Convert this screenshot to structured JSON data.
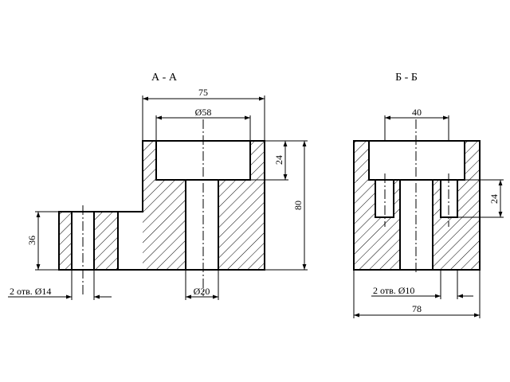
{
  "section_a": {
    "title": "А - А",
    "dim_width": "75",
    "dim_bore": "Ø58",
    "dim_recess_depth": "24",
    "dim_total_height": "80",
    "dim_lug_height": "36",
    "note_lug_holes": "2 отв. Ø14",
    "dim_center_hole": "Ø20"
  },
  "section_b": {
    "title": "Б - Б",
    "dim_bore": "40",
    "dim_hole_depth": "24",
    "note_holes": "2 отв. Ø10",
    "dim_width": "78"
  }
}
